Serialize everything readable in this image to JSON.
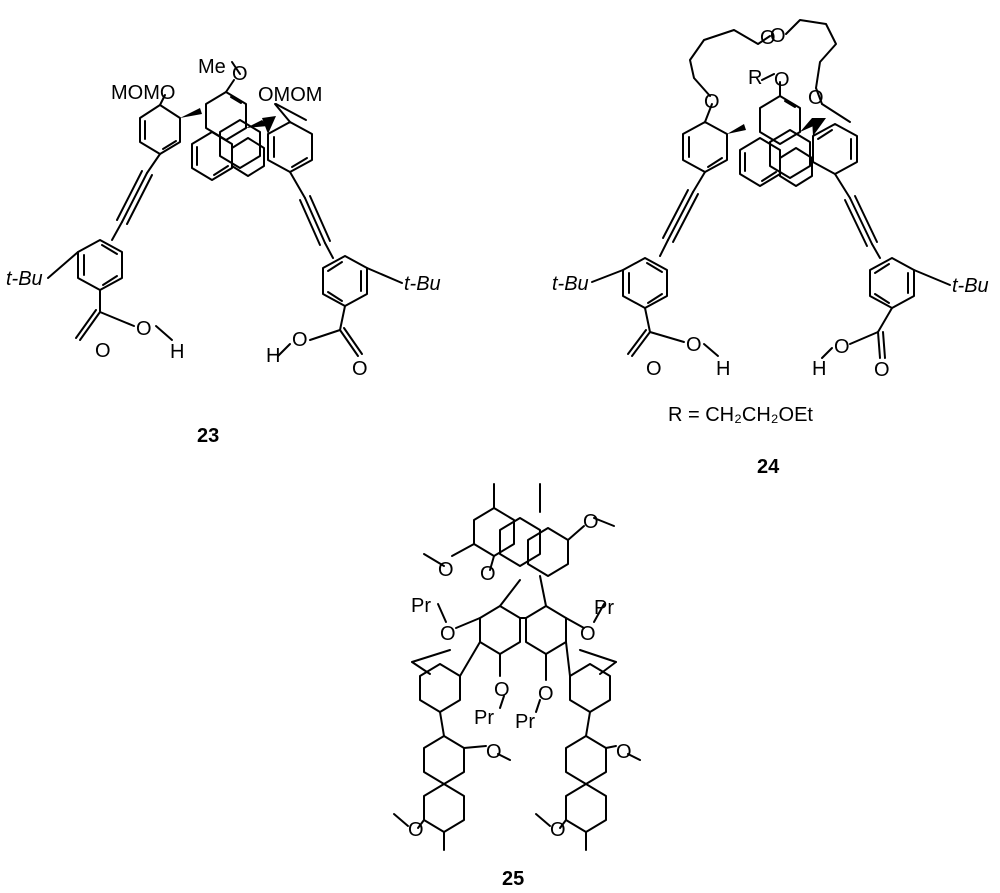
{
  "compounds": [
    {
      "id": "23",
      "labels": {
        "mom_left": "MOMO",
        "me": "Me",
        "o_me": "O",
        "mom_right": "OMOM",
        "tbu_left": "t-Bu",
        "tbu_right": "t-Bu",
        "o_carbonyl_left": "O",
        "o_acid_left": "O",
        "h_left": "H",
        "h_right": "H",
        "o_acid_right": "O",
        "o_carbonyl_right": "O"
      }
    },
    {
      "id": "24",
      "labels": {
        "crown_o1": "O",
        "crown_o2": "O",
        "crown_o3": "O",
        "crown_o4": "O",
        "r": "R",
        "o_r": "O",
        "tbu_left": "t-Bu",
        "tbu_right": "t-Bu",
        "o_carbonyl_left": "O",
        "o_acid_left": "O",
        "h_left": "H",
        "h_right": "H",
        "o_acid_right": "O",
        "o_carbonyl_right": "O"
      },
      "definition": "R =  CH₂CH₂OEt"
    },
    {
      "id": "25",
      "labels": {
        "o_ome_top_left": "O",
        "o_ome_top_right": "O",
        "o_bridge": "O",
        "pr_ul": "Pr",
        "o_ul": "O",
        "pr_ur": "Pr",
        "o_ur": "O",
        "o_lo1": "O",
        "pr_lo1": "Pr",
        "o_lo2": "O",
        "pr_lo2": "Pr",
        "o_bl1": "O",
        "o_bl2": "O",
        "o_br1": "O",
        "o_br2": "O"
      }
    }
  ]
}
